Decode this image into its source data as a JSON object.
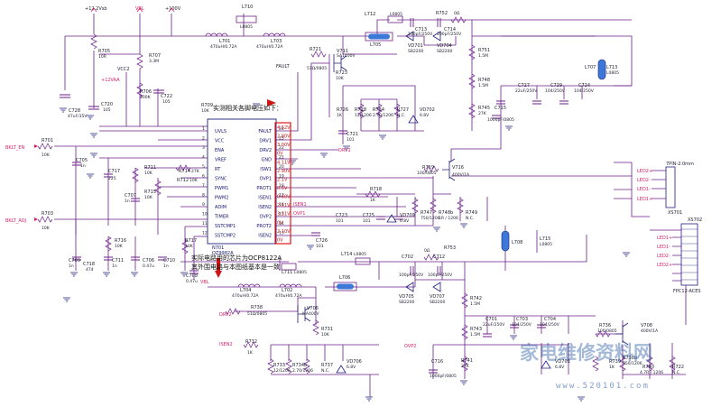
{
  "colors": {
    "wire": "#6b1f8a",
    "net_label": "#d8206a",
    "ic_pins": "#1e1e80",
    "highlight_box": "#e01818",
    "voltage_text": "#c21818",
    "ground": "#1e1e80",
    "watermark": "#1b4f9c"
  },
  "ic": {
    "ref": "N701",
    "part": "OZ9982A",
    "left_pins": [
      "UVLS",
      "VCC",
      "ENA",
      "VREF",
      "RT",
      "SYNC",
      "PWM1",
      "PWM2",
      "ADIM",
      "TIMER",
      "SSTCMP1",
      "SSTCMP2"
    ],
    "left_pin_nums": [
      "1",
      "2",
      "3",
      "4",
      "5",
      "6",
      "7",
      "8",
      "9",
      "10",
      "11",
      "12"
    ],
    "right_pins": [
      "FAULT",
      "DRV1",
      "DRV2",
      "GND",
      "ISW1",
      "OVP1",
      "PROT1",
      "ISEN1",
      "ISEN2",
      "OVP2",
      "PROT2",
      "ISEN2"
    ],
    "right_pin_nums": [
      "24",
      "23",
      "22",
      "21",
      "20",
      "19",
      "18",
      "17",
      "16",
      "15",
      "14",
      "13"
    ],
    "measured_voltages": [
      "4.52V",
      "2.80V",
      "3.00V",
      "0V",
      "4.11V",
      "2.90V",
      "2.1V",
      "0.6V",
      "0.60V",
      "2.11V",
      "3.21V",
      "0V",
      "2.10V",
      "0V"
    ]
  },
  "annotations": {
    "top_note": "实测相关各脚电压如下：",
    "bottom_note_line1": "实际电路用的芯片为OCP8122A",
    "bottom_note_line2": "其外围电路与本图纸基本是一致"
  },
  "power_rails": {
    "rail_1": "+12.2Vsb",
    "rail_2": "VBL",
    "rail_3": "+100V",
    "vcc": "VCC2",
    "vbl2": "+12VAA"
  },
  "nets": {
    "bklt_en": "BKLT_EN",
    "bklt_adj": "BKLT_ADJ",
    "fault": "FAULT",
    "drv1": "DRV1",
    "drv2": "DRV2",
    "isen1": "ISEN1",
    "isen2": "ISEN2",
    "ovp1": "OVP1",
    "ovp2": "OVP2",
    "vbl": "VBL"
  },
  "components": [
    {
      "ref": "L710",
      "value": "L0805"
    },
    {
      "ref": "L701",
      "value": "470uH/0.72A"
    },
    {
      "ref": "L703",
      "value": "470uH/0.72A"
    },
    {
      "ref": "L712",
      "value": "L0805"
    },
    {
      "ref": "L705",
      "value": ""
    },
    {
      "ref": "R752",
      "value": "0Ω"
    },
    {
      "ref": "C713",
      "value": "100pF/250V"
    },
    {
      "ref": "C714",
      "value": "100pF/250V"
    },
    {
      "ref": "VD701",
      "value": "SB2200"
    },
    {
      "ref": "VD704",
      "value": "SB2200"
    },
    {
      "ref": "R705",
      "value": "10R"
    },
    {
      "ref": "R707",
      "value": "3.3M"
    },
    {
      "ref": "R706",
      "value": "100K"
    },
    {
      "ref": "C722",
      "value": "105"
    },
    {
      "ref": "C728",
      "value": "47uF/35V"
    },
    {
      "ref": "C720",
      "value": "105"
    },
    {
      "ref": "R721",
      "value": "51Ω/0805"
    },
    {
      "ref": "V711",
      "value": "SA1400V"
    },
    {
      "ref": "R723",
      "value": "10K"
    },
    {
      "ref": "R751",
      "value": "1.5M"
    },
    {
      "ref": "R748",
      "value": "1.5M"
    },
    {
      "ref": "R745",
      "value": "27K"
    },
    {
      "ref": "C715",
      "value": "1000pF/0805"
    },
    {
      "ref": "C727",
      "value": "22uF/250V"
    },
    {
      "ref": "C729",
      "value": "104/250V"
    },
    {
      "ref": "C724",
      "value": "104/250V"
    },
    {
      "ref": "L707",
      "value": ""
    },
    {
      "ref": "L713",
      "value": "L0805"
    },
    {
      "ref": "R726",
      "value": "1K"
    },
    {
      "ref": "R728",
      "value": "12/1206"
    },
    {
      "ref": "R734",
      "value": "2.70/1206"
    },
    {
      "ref": "R727",
      "value": "N.C."
    },
    {
      "ref": "VD702",
      "value": "6.8V"
    },
    {
      "ref": "C721",
      "value": "101"
    },
    {
      "ref": "R709",
      "value": "10K"
    },
    {
      "ref": "R701",
      "value": "10K"
    },
    {
      "ref": "C705",
      "value": "1n"
    },
    {
      "ref": "C717",
      "value": "225"
    },
    {
      "ref": "R711",
      "value": "10K"
    },
    {
      "ref": "R714",
      "value": "27K"
    },
    {
      "ref": "R712",
      "value": "10K"
    },
    {
      "ref": "C707",
      "value": "1n"
    },
    {
      "ref": "R715",
      "value": "10K"
    },
    {
      "ref": "R719",
      "value": "100/0805"
    },
    {
      "ref": "V716",
      "value": "400V/1A"
    },
    {
      "ref": "R718",
      "value": "1K"
    },
    {
      "ref": "R747",
      "value": "750/1206"
    },
    {
      "ref": "R748b",
      "value": "1R / 1206"
    },
    {
      "ref": "R749",
      "value": "N.C."
    },
    {
      "ref": "VD709",
      "value": "6.8V"
    },
    {
      "ref": "C723",
      "value": "101"
    },
    {
      "ref": "C725",
      "value": "101"
    },
    {
      "ref": "C726",
      "value": "101"
    },
    {
      "ref": "R703",
      "value": "10K"
    },
    {
      "ref": "C709",
      "value": "1n"
    },
    {
      "ref": "C718",
      "value": "474"
    },
    {
      "ref": "C711",
      "value": "1n"
    },
    {
      "ref": "R716",
      "value": "10K"
    },
    {
      "ref": "C706",
      "value": "0.47u"
    },
    {
      "ref": "C710",
      "value": "1n"
    },
    {
      "ref": "R717",
      "value": "10K"
    },
    {
      "ref": "C708",
      "value": "0.47u"
    },
    {
      "ref": "L714",
      "value": "L0805"
    },
    {
      "ref": "L711",
      "value": "L0805"
    },
    {
      "ref": "L704",
      "value": "470uH/0.72A"
    },
    {
      "ref": "L702",
      "value": "470uH/0.72A"
    },
    {
      "ref": "L706",
      "value": ""
    },
    {
      "ref": "C702",
      "value": "100pF/250V"
    },
    {
      "ref": "C712",
      "value": "100pF/250V"
    },
    {
      "ref": "R753",
      "value": "0Ω"
    },
    {
      "ref": "VD705",
      "value": "SB2200"
    },
    {
      "ref": "VD707",
      "value": "SB2200"
    },
    {
      "ref": "R738",
      "value": "51Ω/0805"
    },
    {
      "ref": "V706",
      "value": "MA400V"
    },
    {
      "ref": "R731",
      "value": "10K"
    },
    {
      "ref": "R732",
      "value": "1K"
    },
    {
      "ref": "R733",
      "value": "12/1206"
    },
    {
      "ref": "R734b",
      "value": "2.70/1206"
    },
    {
      "ref": "R737",
      "value": "N.C."
    },
    {
      "ref": "VD706",
      "value": "6.8V"
    },
    {
      "ref": "R742",
      "value": "1.5M"
    },
    {
      "ref": "R743",
      "value": "1.5M"
    },
    {
      "ref": "R741",
      "value": "27K"
    },
    {
      "ref": "C716",
      "value": "1000pF/0805"
    },
    {
      "ref": "C701",
      "value": "22uF/250V"
    },
    {
      "ref": "C703",
      "value": "104/250V"
    },
    {
      "ref": "C704",
      "value": "104/250V"
    },
    {
      "ref": "L708",
      "value": ""
    },
    {
      "ref": "L715",
      "value": "L0805"
    },
    {
      "ref": "R736",
      "value": "100/0805"
    },
    {
      "ref": "V708",
      "value": "400V/1A"
    },
    {
      "ref": "R739",
      "value": "1K"
    },
    {
      "ref": "R738b",
      "value": "750/1206"
    },
    {
      "ref": "R740",
      "value": "4.7R / 1206"
    },
    {
      "ref": "R722",
      "value": "N.C."
    },
    {
      "ref": "VD703",
      "value": "6.8V"
    }
  ],
  "connectors": {
    "xs701": {
      "ref": "XS701",
      "header": "7PIN-2.0mm",
      "pins": [
        "LED2+",
        "LED2-",
        "LED1-",
        "LED1+"
      ]
    },
    "xs702": {
      "ref": "XS702",
      "part": "FPC12-ACES",
      "pins": [
        "LED1+",
        "LED1-",
        "LED2-",
        "LED2+"
      ]
    }
  },
  "watermark": {
    "text": "家电维修资料网",
    "url": "www.520101.com"
  }
}
